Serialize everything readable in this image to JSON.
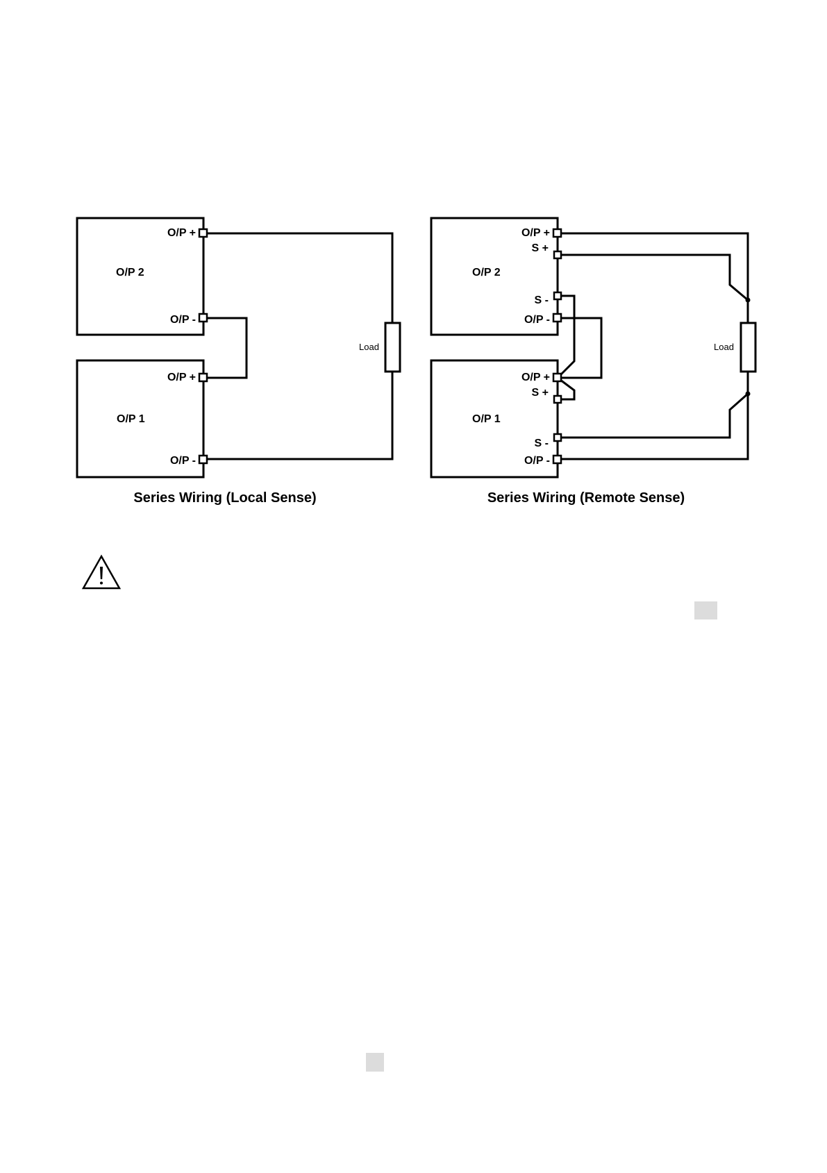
{
  "diagrams": {
    "local": {
      "caption": "Series Wiring (Local Sense)",
      "unit_top": "O/P 2",
      "unit_bottom": "O/P 1",
      "top_pos": "O/P +",
      "top_neg": "O/P -",
      "bottom_pos": "O/P +",
      "bottom_neg": "O/P -",
      "load": "Load"
    },
    "remote": {
      "caption": "Series Wiring (Remote Sense)",
      "unit_top": "O/P 2",
      "unit_bottom": "O/P 1",
      "top_pos": "O/P +",
      "top_sense_pos": "S +",
      "top_sense_neg": "S -",
      "top_neg": "O/P -",
      "bottom_pos": "O/P +",
      "bottom_sense_pos": "S +",
      "bottom_sense_neg": "S -",
      "bottom_neg": "O/P -",
      "load": "Load"
    }
  },
  "icons": {
    "warning": "warning-triangle-icon"
  },
  "colors": {
    "line": "#000000",
    "marker": "#dcdcdc"
  }
}
